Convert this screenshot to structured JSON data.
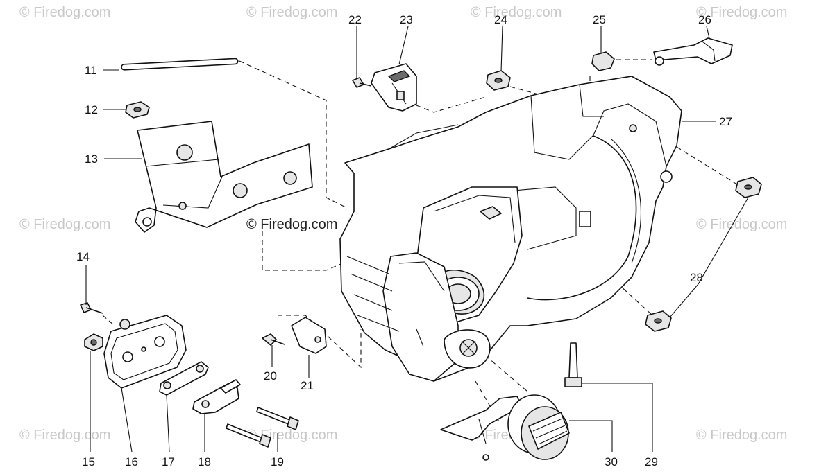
{
  "watermark": "© Firedog.com",
  "watermark_center": "© Firedog.com",
  "callouts": {
    "c11": "11",
    "c12": "12",
    "c13": "13",
    "c14": "14",
    "c15": "15",
    "c16": "16",
    "c17": "17",
    "c18": "18",
    "c19": "19",
    "c20": "20",
    "c21": "21",
    "c22": "22",
    "c23": "23",
    "c24": "24",
    "c25": "25",
    "c26": "26",
    "c27": "27",
    "c28": "28",
    "c29": "29",
    "c30": "30"
  }
}
